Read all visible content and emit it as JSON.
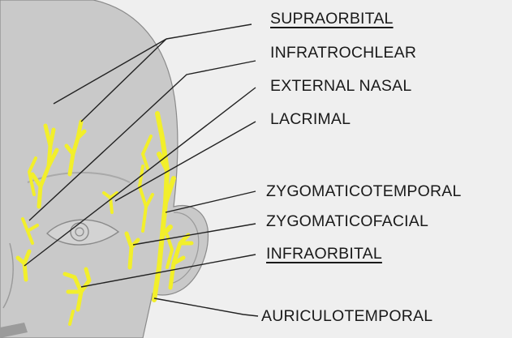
{
  "diagram": {
    "labels": {
      "supraorbital": "SUPRAORBITAL",
      "infratrochlear": "INFRATROCHLEAR",
      "external_nasal": "EXTERNAL NASAL",
      "lacrimal": "LACRIMAL",
      "zygomaticotemporal": "ZYGOMATICOTEMPORAL",
      "zygomaticofacial": "ZYGOMATICOFACIAL",
      "infraorbital": "INFRAORBITAL",
      "auriculotemporal": "AURICULOTEMPORAL"
    },
    "colors": {
      "background": "#efefef",
      "head_fill": "#c9c9c9",
      "nerve": "#f2ef2b",
      "leader_line": "#222222"
    }
  }
}
